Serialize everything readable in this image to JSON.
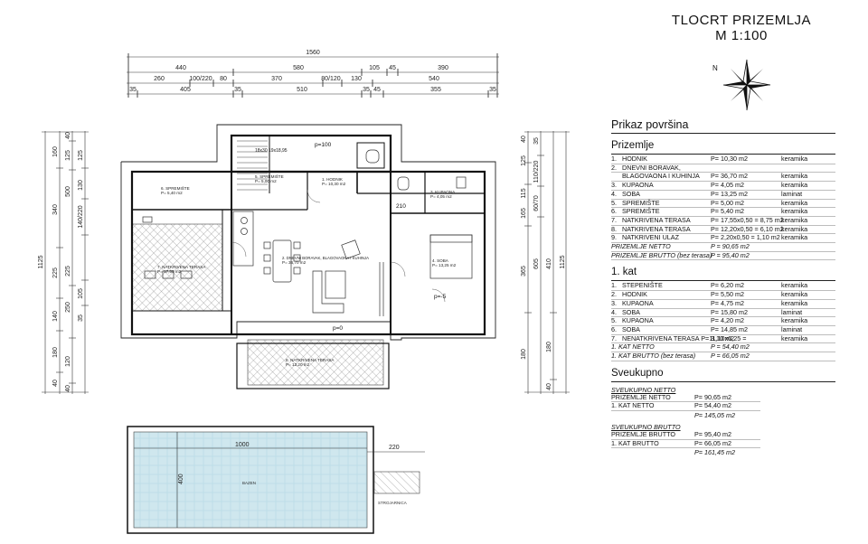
{
  "title_line1": "TLOCRT PRIZEMLJA",
  "title_line2": "M 1:100",
  "panel": {
    "heading": "Prikaz površina",
    "ground": {
      "heading": "Prizemlje",
      "rows": [
        {
          "no": "1.",
          "name": "HODNIK",
          "area": "P= 10,30 m2",
          "mat": "keramika"
        },
        {
          "no": "2.",
          "name": "DNEVNI BORAVAK,",
          "area": "",
          "mat": ""
        },
        {
          "no": "",
          "name": "BLAGOVAONA I KUHINJA",
          "area": "P= 36,70 m2",
          "mat": "keramika"
        },
        {
          "no": "3.",
          "name": "KUPAONA",
          "area": "P= 4,05 m2",
          "mat": "keramika"
        },
        {
          "no": "4.",
          "name": "SOBA",
          "area": "P= 13,25 m2",
          "mat": "laminat"
        },
        {
          "no": "5.",
          "name": "SPREMIŠTE",
          "area": "P= 5,00 m2",
          "mat": "keramika"
        },
        {
          "no": "6.",
          "name": "SPREMIŠTE",
          "area": "P= 5,40 m2",
          "mat": "keramika"
        },
        {
          "no": "7.",
          "name": "NATKRIVENA TERASA",
          "area": "P= 17,55x0,50 = 8,75 m2",
          "mat": "keramika"
        },
        {
          "no": "8.",
          "name": "NATKRIVENA TERASA",
          "area": "P= 12,20x0,50 = 6,10 m2",
          "mat": "keramika"
        },
        {
          "no": "9.",
          "name": "NATKRIVENI ULAZ",
          "area": "P= 2,20x0,50 = 1,10 m2",
          "mat": "keramika"
        }
      ],
      "netto_label": "PRIZEMLJE NETTO",
      "netto_value": "P = 90,65 m2",
      "brutto_label": "PRIZEMLJE BRUTTO (bez terasa)",
      "brutto_value": "P = 95,40 m2"
    },
    "first": {
      "heading": "1. kat",
      "rows": [
        {
          "no": "1.",
          "name": "STEPENIŠTE",
          "area": "P= 6,20 m2",
          "mat": "keramika"
        },
        {
          "no": "2.",
          "name": "HODNIK",
          "area": "P= 5,50 m2",
          "mat": "keramika"
        },
        {
          "no": "3.",
          "name": "KUPAONA",
          "area": "P= 4,75 m2",
          "mat": "keramika"
        },
        {
          "no": "4.",
          "name": "SOBA",
          "area": "P= 15,80 m2",
          "mat": "laminat"
        },
        {
          "no": "5.",
          "name": "KUPAONA",
          "area": "P= 4,20 m2",
          "mat": "keramika"
        },
        {
          "no": "6.",
          "name": "SOBA",
          "area": "P= 14,85 m2",
          "mat": "laminat"
        },
        {
          "no": "7.",
          "name": "NENATKRIVENA TERASA P=11,10x0,25 =",
          "area": "3,10 m2",
          "mat": "keramika"
        }
      ],
      "netto_label": "1. KAT NETTO",
      "netto_value": "P = 54,40 m2",
      "brutto_label": "1. KAT BRUTTO (bez terasa)",
      "brutto_value": "P = 66,05 m2"
    },
    "total": {
      "heading": "Sveukupno",
      "netto_sub": "SVEUKUPNO NETTO",
      "netto_rows": [
        {
          "name": "PRIZEMLJE NETTO",
          "value": "P=  90,65 m2"
        },
        {
          "name": "1. KAT NETTO",
          "value": "P=  54,40 m2"
        }
      ],
      "netto_total": "P= 145,05 m2",
      "brutto_sub": "SVEUKUPNO BRUTTO",
      "brutto_rows": [
        {
          "name": "PRIZEMLJE BRUTTO",
          "value": "P=  95,40 m2"
        },
        {
          "name": "1. KAT BRUTTO",
          "value": "P=  66,05 m2"
        }
      ],
      "brutto_total": "P= 161,45 m2"
    }
  },
  "plan": {
    "dim_top": {
      "row1": [
        "1560"
      ],
      "row2": [
        "440",
        "580",
        "105",
        "45",
        "390"
      ],
      "row3": [
        "260",
        "100/220",
        "80",
        "370",
        "80/120",
        "130",
        "540"
      ],
      "row4": [
        "35",
        "405",
        "35",
        "510",
        "35",
        "45",
        "355",
        "35"
      ]
    },
    "dim_left": {
      "outer": [
        "1125"
      ],
      "c1": [
        "160",
        "340",
        "225",
        "140",
        "180",
        "40"
      ],
      "c2": [
        "40",
        "125",
        "500",
        "225",
        "250",
        "120",
        "40"
      ],
      "c3": [
        "125",
        "130",
        "140/220",
        "105",
        "35"
      ]
    },
    "dim_right": {
      "outer": [
        "1125"
      ],
      "c1": [
        "40",
        "125",
        "115",
        "165",
        "365",
        "180"
      ],
      "c2": [
        "35",
        "110/220",
        "60/70",
        "605"
      ],
      "c3": [
        "410",
        "180",
        "40"
      ]
    },
    "rooms": [
      {
        "label": "6. SPREMIŠTE",
        "area": "P= 5,40 m2"
      },
      {
        "label": "7. NATKRIVENA TERASA",
        "area": "P= 17,55 m2"
      },
      {
        "label": "2. DNEVNI BORAVAK, BLAGOVAONA I KUHINJA",
        "area": "P= 36,70 m2"
      },
      {
        "label": "1. HODNIK",
        "area": "P= 10,30 m2"
      },
      {
        "label": "5. SPREMIŠTE",
        "area": "P= 5,00 m2"
      },
      {
        "label": "3. KUPAONA",
        "area": "P= 4,05 m2"
      },
      {
        "label": "4. SOBA",
        "area": "P= 13,25 m2"
      },
      {
        "label": "8. NATKRIVENA TERASA",
        "area": "P= 12,20 m2"
      }
    ],
    "marks": {
      "p100": "p=100",
      "p0": "p=0",
      "p5": "p=-5",
      "dim210": "210",
      "dim1000": "1000",
      "dim220": "220",
      "dim400": "400",
      "stairs": "18x30 19x18,95"
    },
    "pool_label": "BAZEN",
    "machine_label": "STROJARNICA"
  },
  "compass_letter": "N"
}
